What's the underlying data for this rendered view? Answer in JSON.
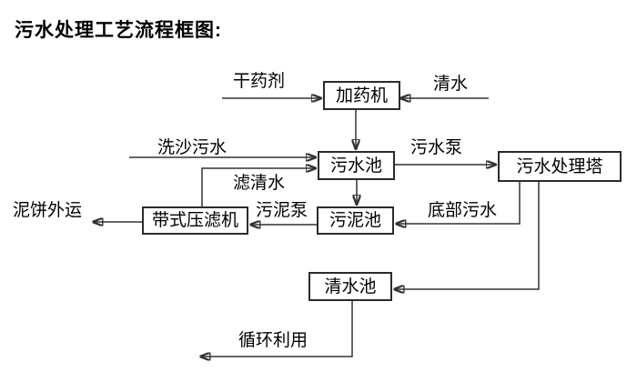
{
  "title": "污水处理工艺流程框图:",
  "diagram": {
    "nodes": {
      "dosing_machine": "加药机",
      "sewage_pool": "污水池",
      "treatment_tower": "污水处理塔",
      "sludge_pool": "污泥池",
      "belt_filter_press": "带式压滤机",
      "clear_water_pool": "清水池"
    },
    "flow_labels": {
      "dry_agent": "干药剂",
      "clear_water": "清水",
      "sand_washing_sewage": "洗沙污水",
      "sewage_pump": "污水泵",
      "filtered_water": "滤清水",
      "sludge_pump": "污泥泵",
      "bottom_sewage": "底部污水",
      "mud_cake_out": "泥饼外运",
      "recycling": "循环利用"
    },
    "colors": {
      "line": "#333333",
      "box_border": "#2b2b2b",
      "text": "#000000",
      "background": "#ffffff"
    }
  }
}
